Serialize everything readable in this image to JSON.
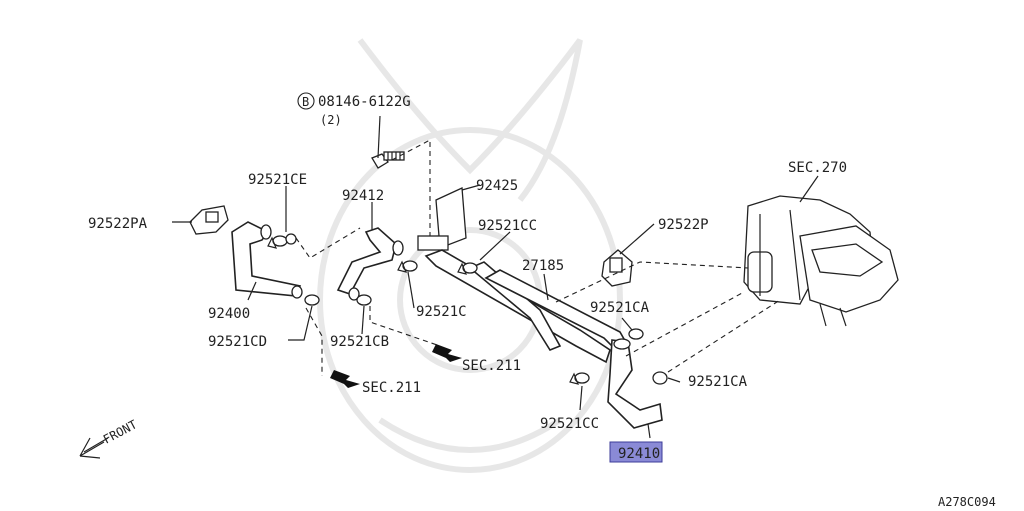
{
  "labels": {
    "bolt_code": "08146-6122G",
    "bolt_circle": "B",
    "bolt_qty": "(2)",
    "p92521CE": "92521CE",
    "p92522PA": "92522PA",
    "p92412": "92412",
    "p92425": "92425",
    "p92521CC_top": "92521CC",
    "p92522P": "92522P",
    "sec270": "SEC.270",
    "p27185": "27185",
    "p92400": "92400",
    "p92521C": "92521C",
    "p92521CA_top": "92521CA",
    "p92521CD": "92521CD",
    "p92521CB": "92521CB",
    "sec211_right": "SEC.211",
    "p92521CA_bottom": "92521CA",
    "sec211_left": "SEC.211",
    "p92521CC_bottom": "92521CC",
    "p92410": "92410",
    "front": "FRONT",
    "diagram_code": "A278C094"
  },
  "highlight_color": "#8a8ad6"
}
